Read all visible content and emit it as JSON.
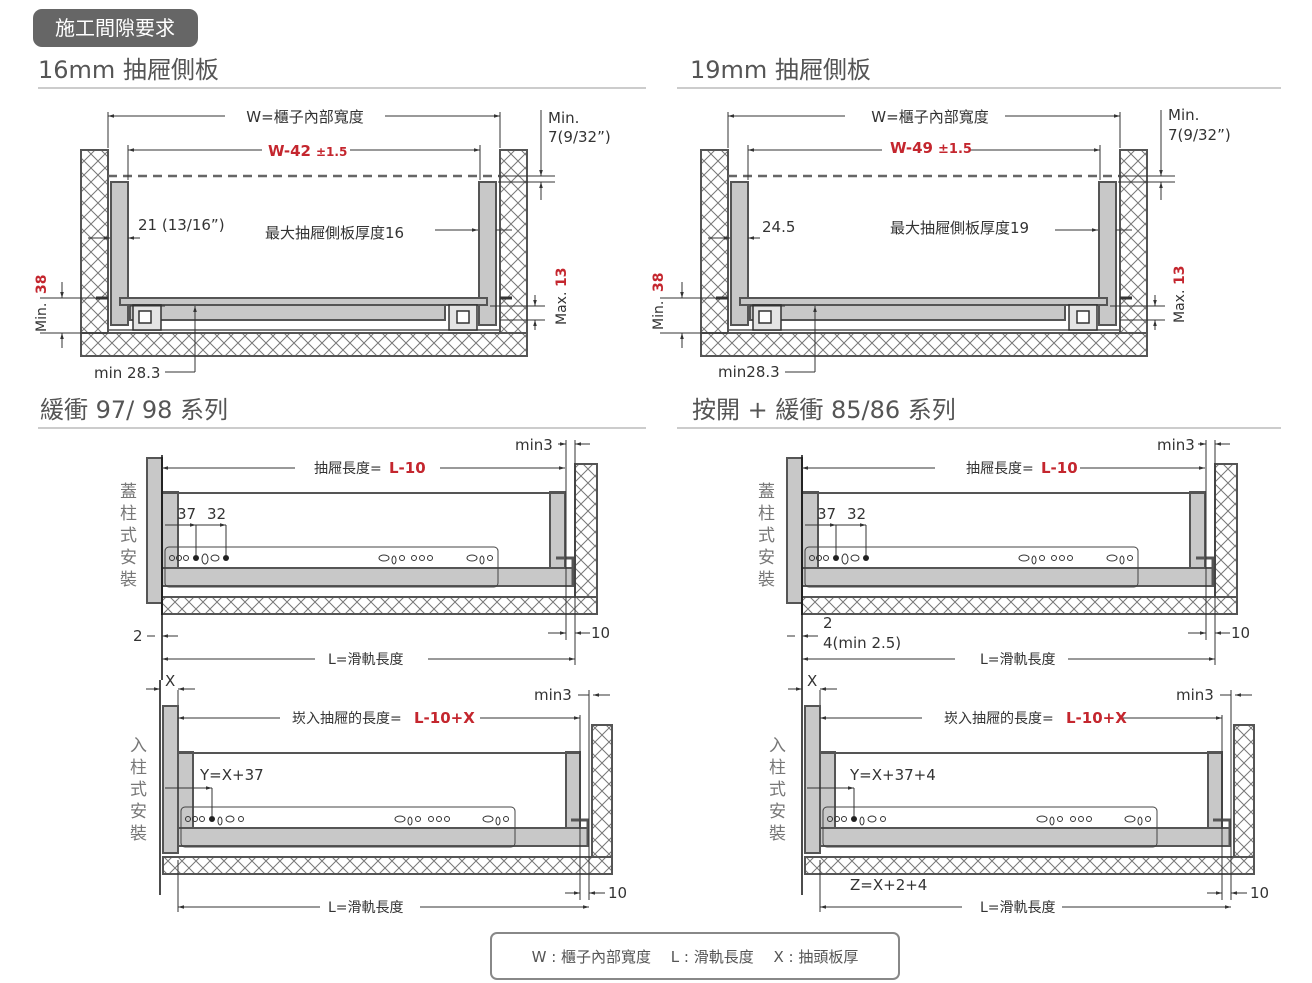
{
  "badge": "施工間隙要求",
  "sections": {
    "s16": "16mm 抽屜側板",
    "s19": "19mm 抽屜側板",
    "series_a": "緩衝 97/ 98 系列",
    "series_b": "按開 + 緩衝 85/86 系列"
  },
  "cross16": {
    "w_label": "W=櫃子內部寬度",
    "min_label": "Min.",
    "min_value": "7(9/32”)",
    "drawer_w": "W-42",
    "tol": "±1.5",
    "side_gap": "21 (13/16”)",
    "max_side": "最大抽屜側板厚度16",
    "min38_a": "Min.",
    "min38_b": "38",
    "max13_a": "Max.",
    "max13_b": "13",
    "min283": "min 28.3"
  },
  "cross19": {
    "w_label": "W=櫃子內部寬度",
    "min_label": "Min.",
    "min_value": "7(9/32”)",
    "drawer_w": "W-49",
    "tol": "±1.5",
    "side_gap": "24.5",
    "max_side": "最大抽屜側板厚度19",
    "min38_a": "Min.",
    "min38_b": "38",
    "max13_a": "Max.",
    "max13_b": "13",
    "min283": "min28.3"
  },
  "overlay": {
    "label": "蓋柱式安裝",
    "a": {
      "min3": "min3",
      "len_text": "抽屜長度=",
      "len_red": "L-10",
      "d37": "37",
      "d32": "32",
      "gap2": "2",
      "d10": "10",
      "rail": "L=滑軌長度"
    },
    "b": {
      "min3": "min3",
      "len_text": "抽屜長度=",
      "len_red": "L-10",
      "d37": "37",
      "d32": "32",
      "gap2": "2",
      "gap4": "4(min 2.5)",
      "d10": "10",
      "rail": "L=滑軌長度"
    }
  },
  "inset": {
    "label": "入柱式安裝",
    "a": {
      "x": "X",
      "min3": "min3",
      "len_text": "崁入抽屜的長度=",
      "len_red": "L-10+X",
      "y": "Y=X+37",
      "d10": "10",
      "rail": "L=滑軌長度"
    },
    "b": {
      "x": "X",
      "min3": "min3",
      "len_text": "崁入抽屜的長度=",
      "len_red": "L-10+X",
      "y": "Y=X+37+4",
      "z": "Z=X+2+4",
      "d10": "10",
      "rail": "L=滑軌長度"
    }
  },
  "legend": "W : 櫃子內部寬度　 L : 滑軌長度　 X : 抽頭板厚",
  "colors": {
    "accent": "#c4262e",
    "badge": "#666666",
    "part": "#c8c8c8"
  }
}
